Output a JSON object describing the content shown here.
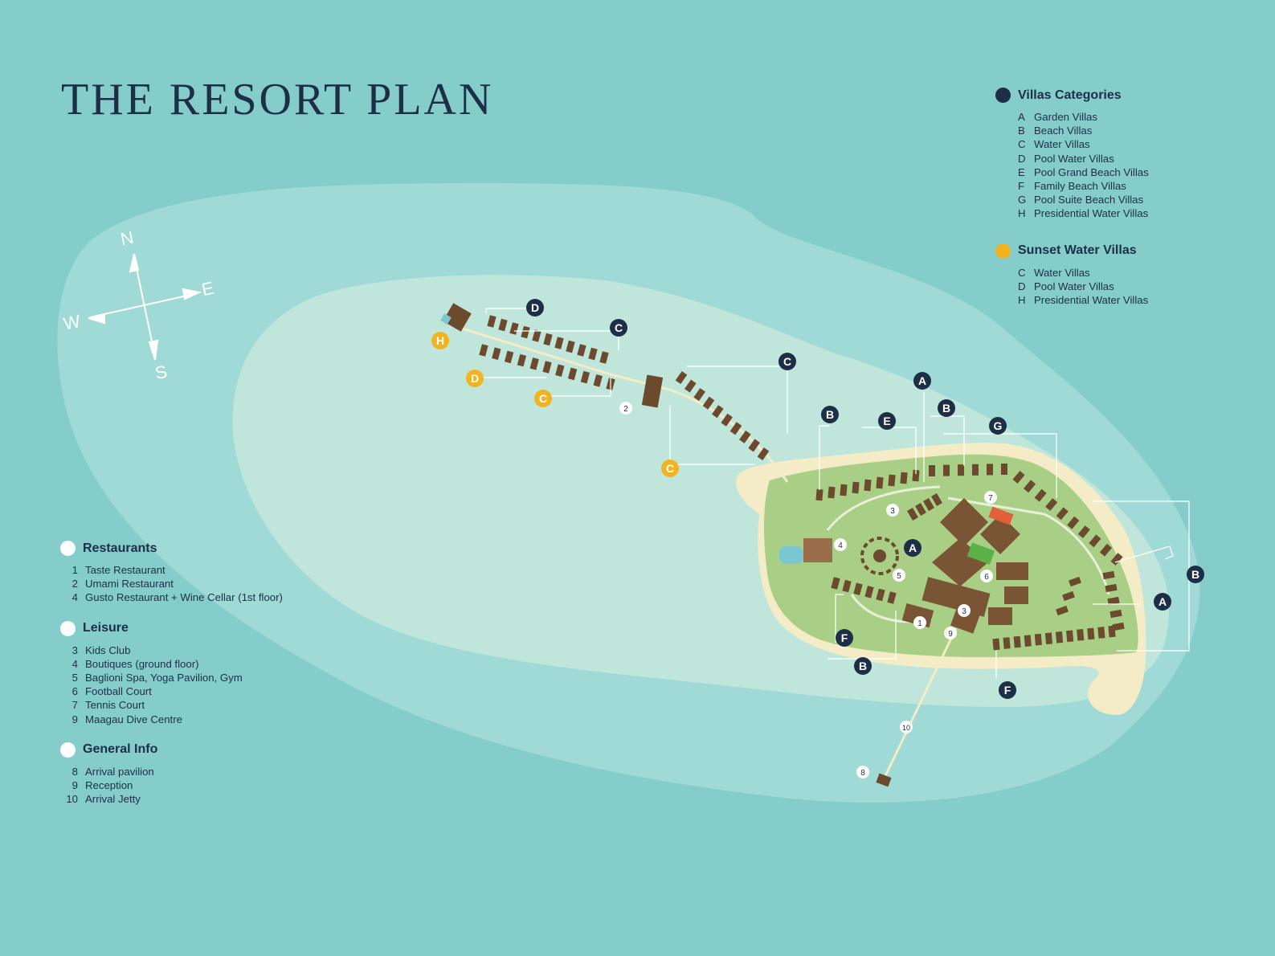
{
  "title": "THE RESORT PLAN",
  "compass": {
    "n": "N",
    "e": "E",
    "s": "S",
    "w": "W"
  },
  "colors": {
    "ocean": "#84cdca",
    "outer_reef": "#9fdad6",
    "lagoon": "#c0e6dc",
    "beach": "#f4ecc6",
    "island": "#a9cf86",
    "villa": "#6b4a2e",
    "navy": "#1d2e47",
    "gold": "#f2b321",
    "tennis": "#e0603a",
    "football": "#5bb347"
  },
  "villa_legend": {
    "heading": "Villas Categories",
    "items": [
      {
        "key": "A",
        "label": "Garden Villas"
      },
      {
        "key": "B",
        "label": "Beach Villas"
      },
      {
        "key": "C",
        "label": "Water Villas"
      },
      {
        "key": "D",
        "label": "Pool Water Villas"
      },
      {
        "key": "E",
        "label": "Pool Grand Beach Villas"
      },
      {
        "key": "F",
        "label": "Family Beach Villas"
      },
      {
        "key": "G",
        "label": "Pool Suite Beach Villas"
      },
      {
        "key": "H",
        "label": "Presidential Water Villas"
      }
    ]
  },
  "sunset_legend": {
    "heading": "Sunset Water Villas",
    "items": [
      {
        "key": "C",
        "label": "Water Villas"
      },
      {
        "key": "D",
        "label": "Pool Water Villas"
      },
      {
        "key": "H",
        "label": "Presidential Water Villas"
      }
    ]
  },
  "restaurants": {
    "heading": "Restaurants",
    "items": [
      {
        "key": "1",
        "label": "Taste Restaurant"
      },
      {
        "key": "2",
        "label": "Umami Restaurant"
      },
      {
        "key": "4",
        "label": "Gusto Restaurant + Wine Cellar (1st floor)"
      }
    ]
  },
  "leisure": {
    "heading": "Leisure",
    "items": [
      {
        "key": "3",
        "label": "Kids Club"
      },
      {
        "key": "4",
        "label": "Boutiques (ground floor)"
      },
      {
        "key": "5",
        "label": "Baglioni Spa, Yoga Pavilion, Gym"
      },
      {
        "key": "6",
        "label": "Football Court"
      },
      {
        "key": "7",
        "label": "Tennis Court"
      },
      {
        "key": "9",
        "label": "Maagau Dive Centre"
      }
    ]
  },
  "general_info": {
    "heading": "General Info",
    "items": [
      {
        "key": "8",
        "label": "Arrival pavilion"
      },
      {
        "key": "9",
        "label": "Reception"
      },
      {
        "key": "10",
        "label": "Arrival Jetty"
      }
    ]
  },
  "markers": {
    "villa_letters": [
      "D",
      "C",
      "C",
      "A",
      "B",
      "E",
      "B",
      "G",
      "B",
      "A",
      "A",
      "F",
      "B",
      "F"
    ],
    "sunset_letters": [
      "H",
      "D",
      "C",
      "C"
    ],
    "facility_numbers": [
      "2",
      "3",
      "4",
      "5",
      "7",
      "6",
      "3",
      "1",
      "9",
      "10",
      "8"
    ]
  }
}
